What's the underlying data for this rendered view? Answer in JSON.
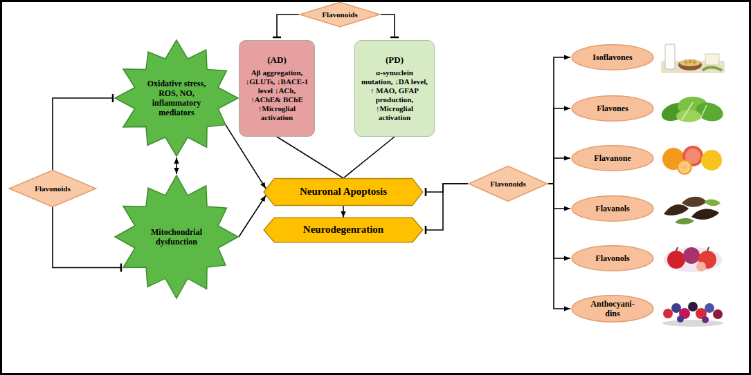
{
  "diagram": {
    "nodes": [
      {
        "text": [
          "Flavonoids"
        ]
      },
      {
        "text": [
          "(AD)",
          "Aβ aggregation, ↓GLUTs, ↓BACE-1 level ↓ACh, ↑AChE& BChE ↑Microglial activation"
        ]
      },
      {
        "text": [
          "(PD)",
          "α-synuclein mutation, ↓DA level, ↑ MAO, GFAP production, ↑Microglial activation"
        ]
      },
      {
        "text": [
          "Oxidative stress, ROS, NO, inflammatory mediators"
        ]
      },
      {
        "text": [
          "Flavonoids"
        ]
      },
      {
        "text": [
          "Mitochondrial dysfunction"
        ]
      },
      {
        "text": [
          "Neuronal Apoptosis"
        ]
      },
      {
        "text": [
          "Flavonoids"
        ]
      },
      {
        "text": [
          "Neurodegenration"
        ]
      },
      {
        "text": [
          "Isoflavones"
        ]
      },
      {
        "text": [
          "Flavones"
        ]
      },
      {
        "text": [
          "Flavanone"
        ]
      },
      {
        "text": [
          "Flavanols"
        ]
      },
      {
        "text": [
          "Flavonols"
        ]
      },
      {
        "text": [
          "Anthocyani- dins"
        ]
      }
    ],
    "edges": [
      {
        "from": 0,
        "to": 1,
        "arrow": "to"
      },
      {
        "from": 0,
        "to": 2,
        "arrow": "to"
      },
      {
        "from": 4,
        "to": 3,
        "arrow": "to"
      },
      {
        "from": 4,
        "to": 5,
        "arrow": "to"
      },
      {
        "from": 3,
        "to": 5,
        "arrow": "both"
      },
      {
        "from": 3,
        "to": 6,
        "arrow": "to"
      },
      {
        "from": 5,
        "to": 6,
        "arrow": "to"
      },
      {
        "from": 1,
        "to": 6,
        "arrow": "none"
      },
      {
        "from": 2,
        "to": 6,
        "arrow": "none"
      },
      {
        "from": 6,
        "to": 8,
        "arrow": "to"
      },
      {
        "from": 7,
        "to": 6,
        "arrow": "to"
      },
      {
        "from": 7,
        "to": 8,
        "arrow": "to"
      },
      {
        "from": 7,
        "to": 9,
        "arrow": "to"
      },
      {
        "from": 7,
        "to": 10,
        "arrow": "to"
      },
      {
        "from": 7,
        "to": 11,
        "arrow": "to"
      },
      {
        "from": 7,
        "to": 12,
        "arrow": "to"
      },
      {
        "from": 7,
        "to": 13,
        "arrow": "to"
      },
      {
        "from": 7,
        "to": 14,
        "arrow": "to"
      }
    ]
  }
}
